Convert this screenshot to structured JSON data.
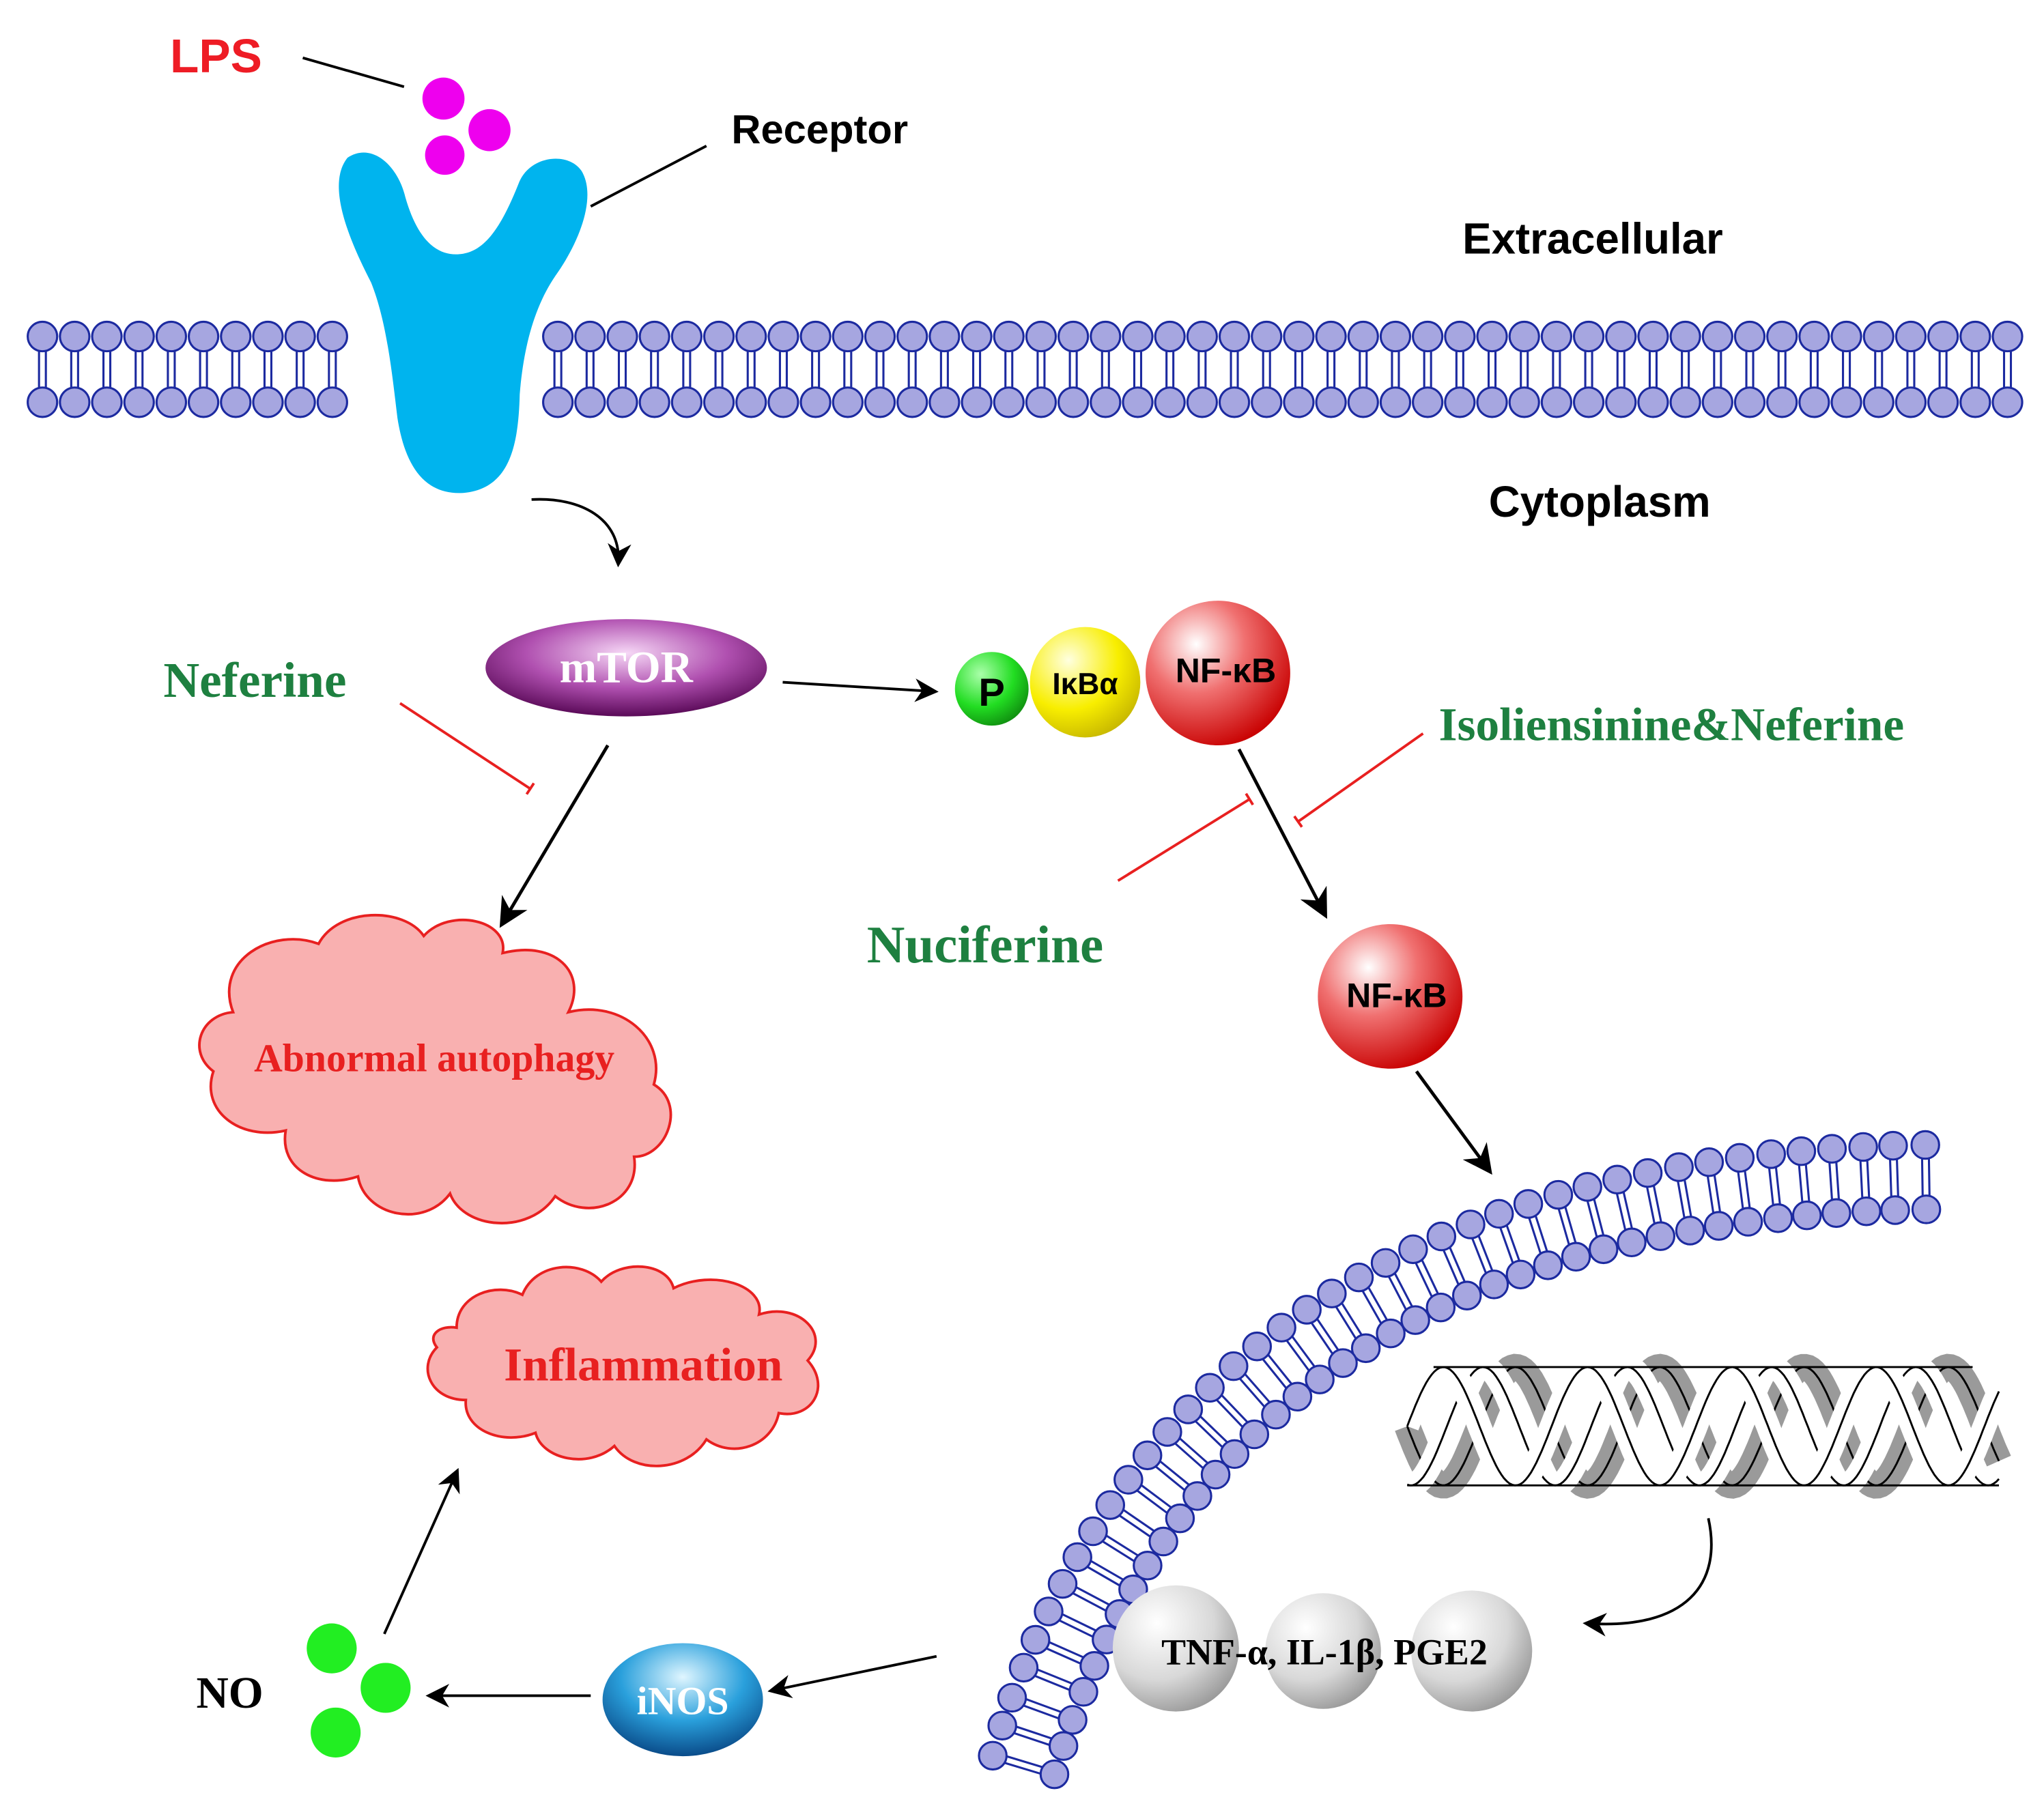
{
  "labels": {
    "lps": "LPS",
    "receptor": "Receptor",
    "extracellular": "Extracellular",
    "cytoplasm": "Cytoplasm",
    "mtor": "mTOR",
    "neferine": "Neferine",
    "p": "P",
    "ikba": "IκBα",
    "nfkb_complex": "NF-κB",
    "isoliensinine_neferine": "Isoliensinine&Neferine",
    "nuciferine": "Nuciferine",
    "nfkb_free": "NF-κB",
    "abnormal_autophagy": "Abnormal autophagy",
    "inflammation": "Inflammation",
    "cytokines": "TNF-α, IL-1β, PGE2",
    "inos": "iNOS",
    "no": "NO"
  },
  "colors": {
    "lps_text": "#ee1c25",
    "lps_dots": "#ee00ee",
    "receptor": "#00b4ee",
    "membrane_head": "#a6a6e0",
    "membrane_stroke": "#1c2aa0",
    "drug_text": "#1e8040",
    "inhibit_line": "#e82020",
    "cloud_fill": "#f9b0b0",
    "cloud_stroke": "#e82020",
    "cloud_text": "#e82020",
    "p_ball": "#22dd22",
    "ikba_ball": "#f5ee00",
    "nfkb_ball": "#e02020",
    "mtor": "#7a1a78",
    "inos": "#1a8ac8",
    "cytokine_ball": "#d0d0d0",
    "no_dots": "#22ee22",
    "dna": "#9a9a9a"
  },
  "icons": {
    "receptor": "y-shaped-receptor-icon",
    "dna": "dna-double-helix-icon",
    "cloud": "cloud-shape-icon"
  }
}
